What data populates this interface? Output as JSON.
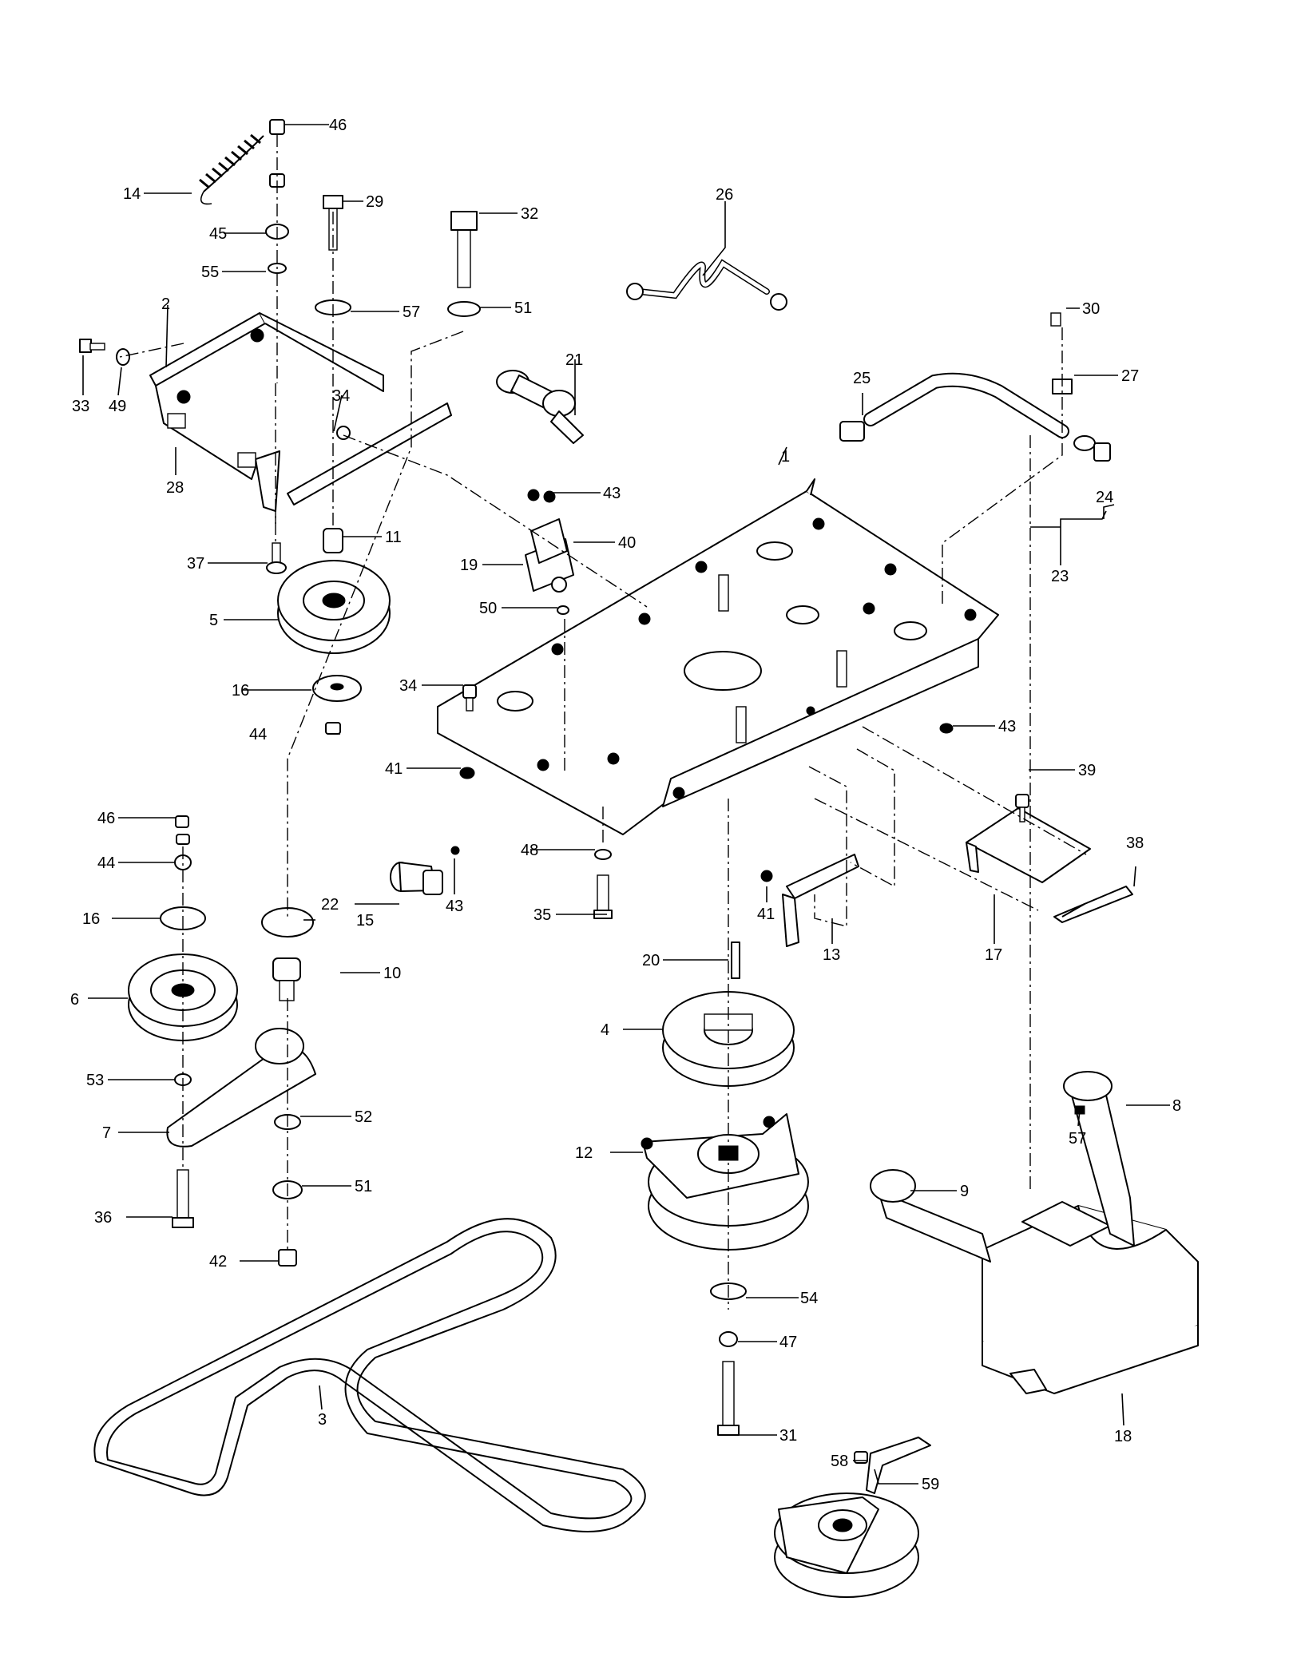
{
  "diagram": {
    "type": "exploded-parts-view",
    "callouts": [
      "1",
      "2",
      "3",
      "4",
      "5",
      "6",
      "7",
      "8",
      "9",
      "10",
      "11",
      "12",
      "13",
      "14",
      "15",
      "16",
      "16",
      "17",
      "18",
      "19",
      "20",
      "21",
      "22",
      "23",
      "24",
      "25",
      "26",
      "27",
      "28",
      "29",
      "30",
      "31",
      "32",
      "33",
      "34",
      "34",
      "35",
      "36",
      "37",
      "38",
      "39",
      "40",
      "41",
      "41",
      "42",
      "43",
      "43",
      "43",
      "44",
      "44",
      "45",
      "46",
      "46",
      "47",
      "48",
      "49",
      "50",
      "51",
      "51",
      "52",
      "53",
      "54",
      "55",
      "57",
      "57",
      "58",
      "59"
    ]
  }
}
